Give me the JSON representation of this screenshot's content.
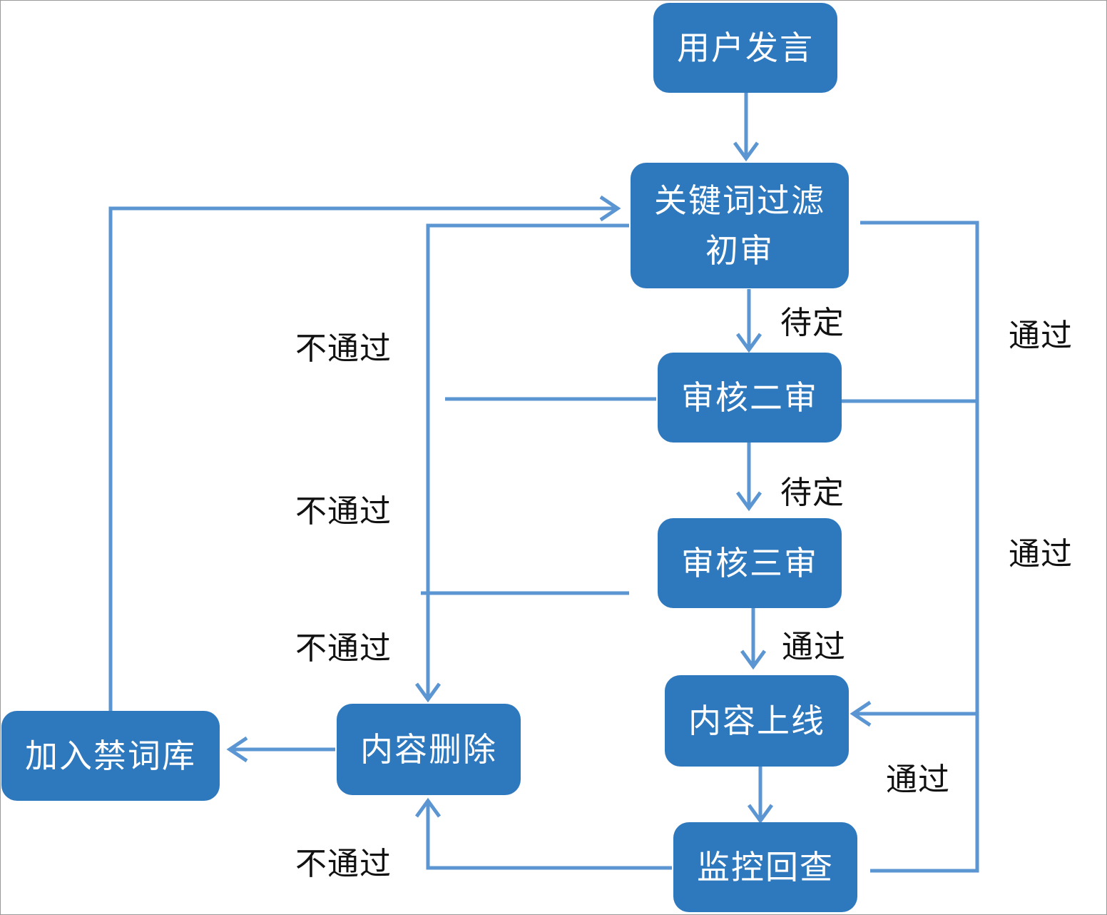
{
  "colors": {
    "node_fill": "#2e78bd",
    "connector": "#5b95d2",
    "text_on_node": "#ffffff",
    "label_text": "#111111"
  },
  "nodes": {
    "user_post": "用户发言",
    "keyword_filter": "关键词过滤\n初审",
    "review_second": "审核二审",
    "review_third": "审核三审",
    "content_online": "内容上线",
    "monitor_recheck": "监控回查",
    "content_delete": "内容删除",
    "add_banned_words": "加入禁词库"
  },
  "edge_labels": {
    "pending_1": "待定",
    "pending_2": "待定",
    "pass_third": "通过",
    "pass_right_1": "通过",
    "pass_right_2": "通过",
    "pass_monitor": "通过",
    "fail_1": "不通过",
    "fail_2": "不通过",
    "fail_3": "不通过",
    "fail_4": "不通过"
  }
}
